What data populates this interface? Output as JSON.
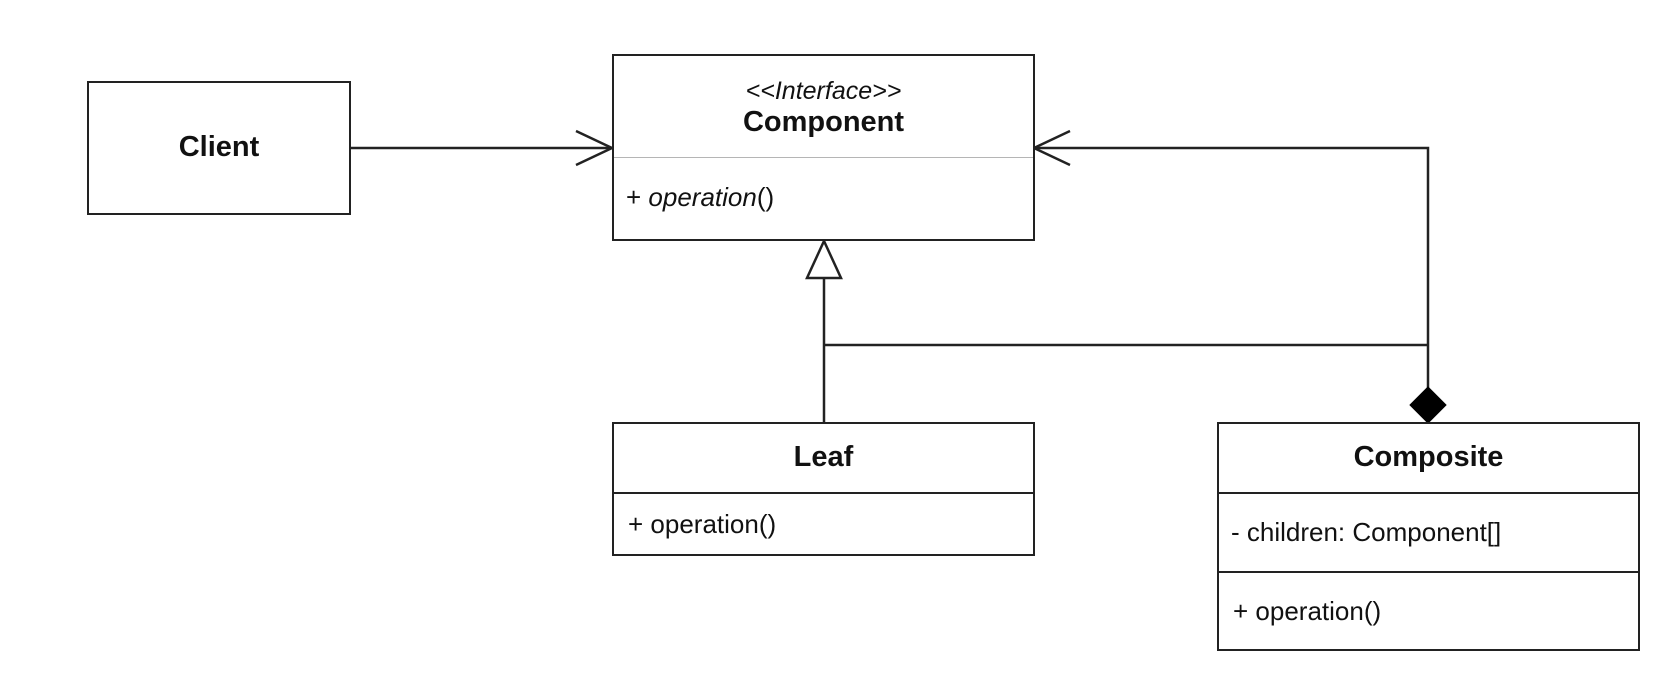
{
  "client": {
    "name": "Client"
  },
  "component": {
    "stereotype": "<<Interface>>",
    "name": "Component",
    "method_prefix": "+ ",
    "method_name": "operation",
    "method_suffix": "()"
  },
  "leaf": {
    "name": "Leaf",
    "method": "+ operation()"
  },
  "composite": {
    "name": "Composite",
    "attribute": "- children: Component[]",
    "method": "+ operation()"
  },
  "relations": [
    {
      "from": "Client",
      "to": "Component",
      "kind": "association"
    },
    {
      "from": "Leaf",
      "to": "Component",
      "kind": "realization"
    },
    {
      "from": "Composite",
      "to": "Component",
      "kind": "realization"
    },
    {
      "from": "Composite",
      "to": "Component",
      "kind": "composition"
    }
  ]
}
